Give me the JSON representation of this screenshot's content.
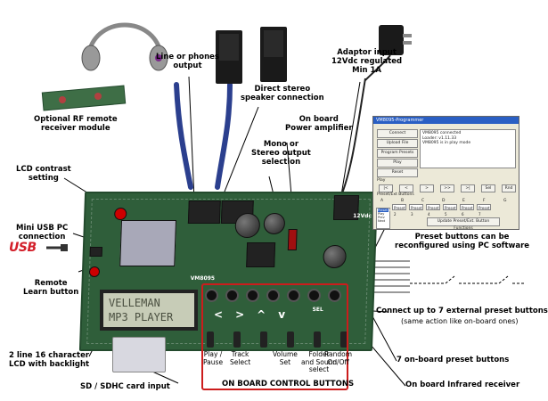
{
  "labels": {
    "line_out": "Line or phones\noutput",
    "direct_speaker": "Direct stereo\nspeaker connection",
    "adaptor": "Adaptor input\n12Vdc regulated\nMin 1A",
    "rf_remote": "Optional RF remote\nreceiver module",
    "onboard_amp": "On board\nPower amplifier",
    "mono_stereo": "Mono or\nStereo output\nselection",
    "lcd_contrast": "LCD contrast\nsetting",
    "mini_usb": "Mini USB PC\nconnection",
    "remote_learn": "Remote\nLearn button",
    "preset_reconfig": "Preset buttons can be\nreconfigured using PC software",
    "connect_external": "Connect up to 7 external preset buttons",
    "connect_external_sub": "(same action like on-board ones)",
    "lcd_desc": "2 line 16 character\nLCD with backlight",
    "onboard_preset": "7 on-board preset buttons",
    "sd_card": "SD / SDHC card input",
    "onboard_control": "ON BOARD CONTROL BUTTONS",
    "infrared": "On board Infrared receiver"
  },
  "usb_logo": "USB",
  "lcd_text": [
    "VELLEMAN",
    "MP3 PLAYER"
  ],
  "board": {
    "brand": "VELLEMAN",
    "model": "VM8095",
    "volt": "12Vdc",
    "sel": "SEL"
  },
  "controls": [
    "Play /\nPause",
    "Track\nSelect",
    "Volume\nSet",
    "Folder\nand Sound\nselect",
    "Random\nOn/Off"
  ],
  "arrows": [
    "<",
    ">",
    "^",
    "v"
  ],
  "pc_software": {
    "title": "VM8095-Programmer",
    "buttons": [
      "Connect",
      "Upload File",
      "Program Presets",
      "Play",
      "Reset"
    ],
    "log": [
      "VM8095 connected",
      "Loader: v1.11.33",
      "VM8095 is in play mode"
    ],
    "play_section": "Play",
    "play_buttons": [
      "|<",
      "<",
      ">",
      ">>",
      ">|",
      "Sel",
      "Rnd"
    ],
    "preset_section": "Preset/Ext Buttons",
    "preset_letters": [
      "A",
      "B",
      "C",
      "D",
      "E",
      "F",
      "G"
    ],
    "preset_values": [
      "Preset 1",
      "Preset 2",
      "Preset 3",
      "Preset 4",
      "Preset 5",
      "Preset 6",
      "Preset 7"
    ],
    "list_items": [
      "Preset 1",
      "Play",
      "Prev",
      "Next",
      "Up",
      "Down",
      "SEL",
      "RND"
    ],
    "update_button": "Update Preset/Ext. Button Functions"
  },
  "colors": {
    "board": "#2f5e3a",
    "annotation_box": "#cc1c1c",
    "usb_logo": "#d31f2a"
  }
}
